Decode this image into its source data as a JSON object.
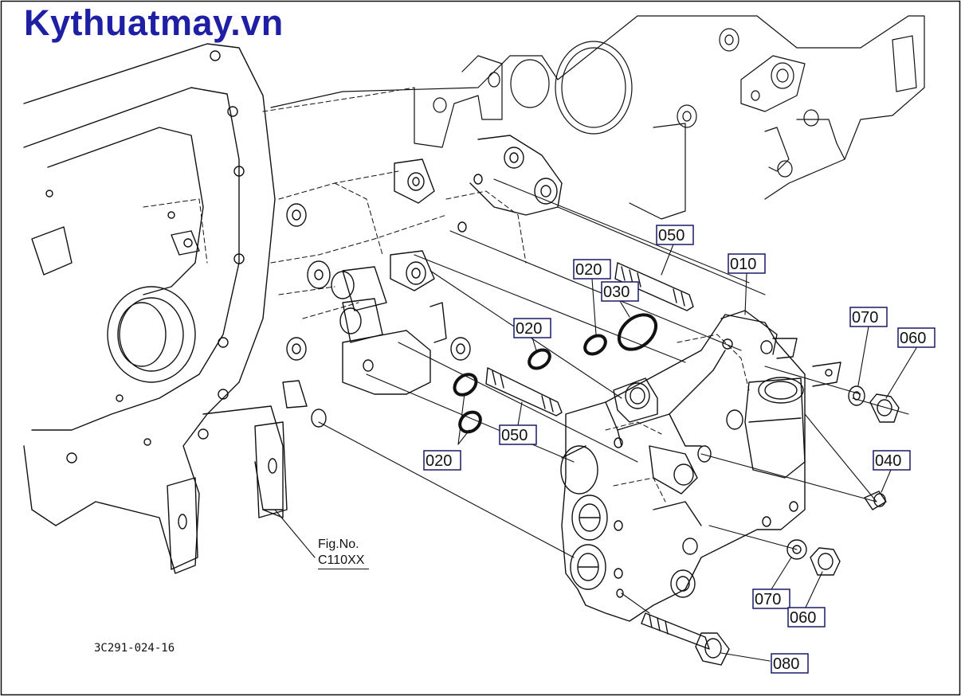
{
  "brand": "Kythuatmay.vn",
  "diagram_code": "3C291-024-16",
  "fig_ref": {
    "line1": "Fig.No.",
    "line2": "C110XX"
  },
  "parts": [
    {
      "id": "050a",
      "label": "050"
    },
    {
      "id": "010",
      "label": "010"
    },
    {
      "id": "020a",
      "label": "020"
    },
    {
      "id": "030",
      "label": "030"
    },
    {
      "id": "020b",
      "label": "020"
    },
    {
      "id": "070a",
      "label": "070"
    },
    {
      "id": "060a",
      "label": "060"
    },
    {
      "id": "050b",
      "label": "050"
    },
    {
      "id": "020c",
      "label": "020"
    },
    {
      "id": "040",
      "label": "040"
    },
    {
      "id": "070b",
      "label": "070"
    },
    {
      "id": "060b",
      "label": "060"
    },
    {
      "id": "080",
      "label": "080"
    }
  ],
  "colors": {
    "brand": "#1f1fa6",
    "label_box": "#1a1a66",
    "line": "#111111"
  }
}
